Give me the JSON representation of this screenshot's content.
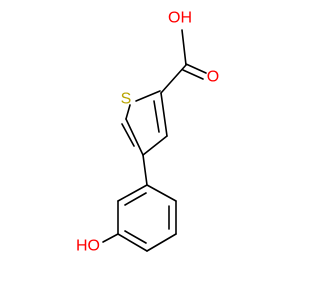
{
  "molecule": {
    "atoms": {
      "sulfur": "S",
      "carbonyl_oxygen": "O",
      "acid_hydroxyl": "OH",
      "phenol_hydroxyl": "HO"
    },
    "colors": {
      "bond": "#000000",
      "sulfur": "#b8a400",
      "oxygen": "#ff0000"
    }
  }
}
